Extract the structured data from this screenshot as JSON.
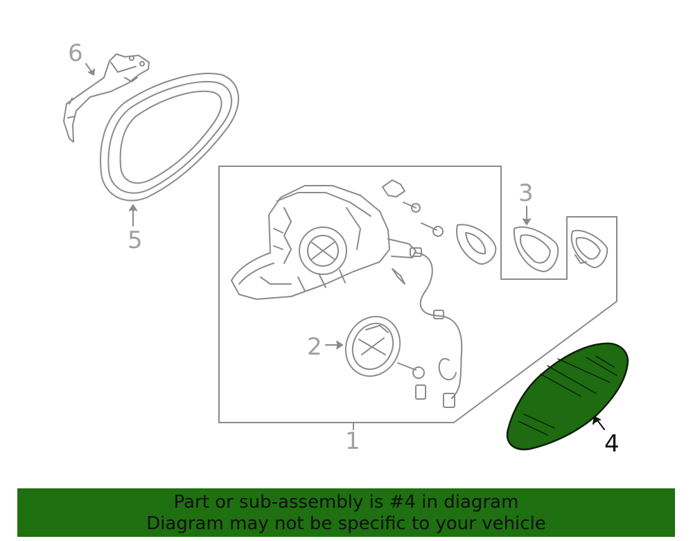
{
  "diagram": {
    "callouts": [
      {
        "id": "1",
        "label": "1"
      },
      {
        "id": "2",
        "label": "2"
      },
      {
        "id": "3",
        "label": "3"
      },
      {
        "id": "4",
        "label": "4",
        "highlighted": true
      },
      {
        "id": "5",
        "label": "5"
      },
      {
        "id": "6",
        "label": "6"
      }
    ],
    "colors": {
      "line_art": "#8a8a8a",
      "label_inactive": "#a0a0a0",
      "highlight_part": "#1e6b12",
      "highlight_label": "#111111"
    }
  },
  "banner": {
    "line1": "Part or sub-assembly is #4 in diagram",
    "line2": "Diagram may not be specific to your vehicle",
    "background": "#1e7010"
  }
}
